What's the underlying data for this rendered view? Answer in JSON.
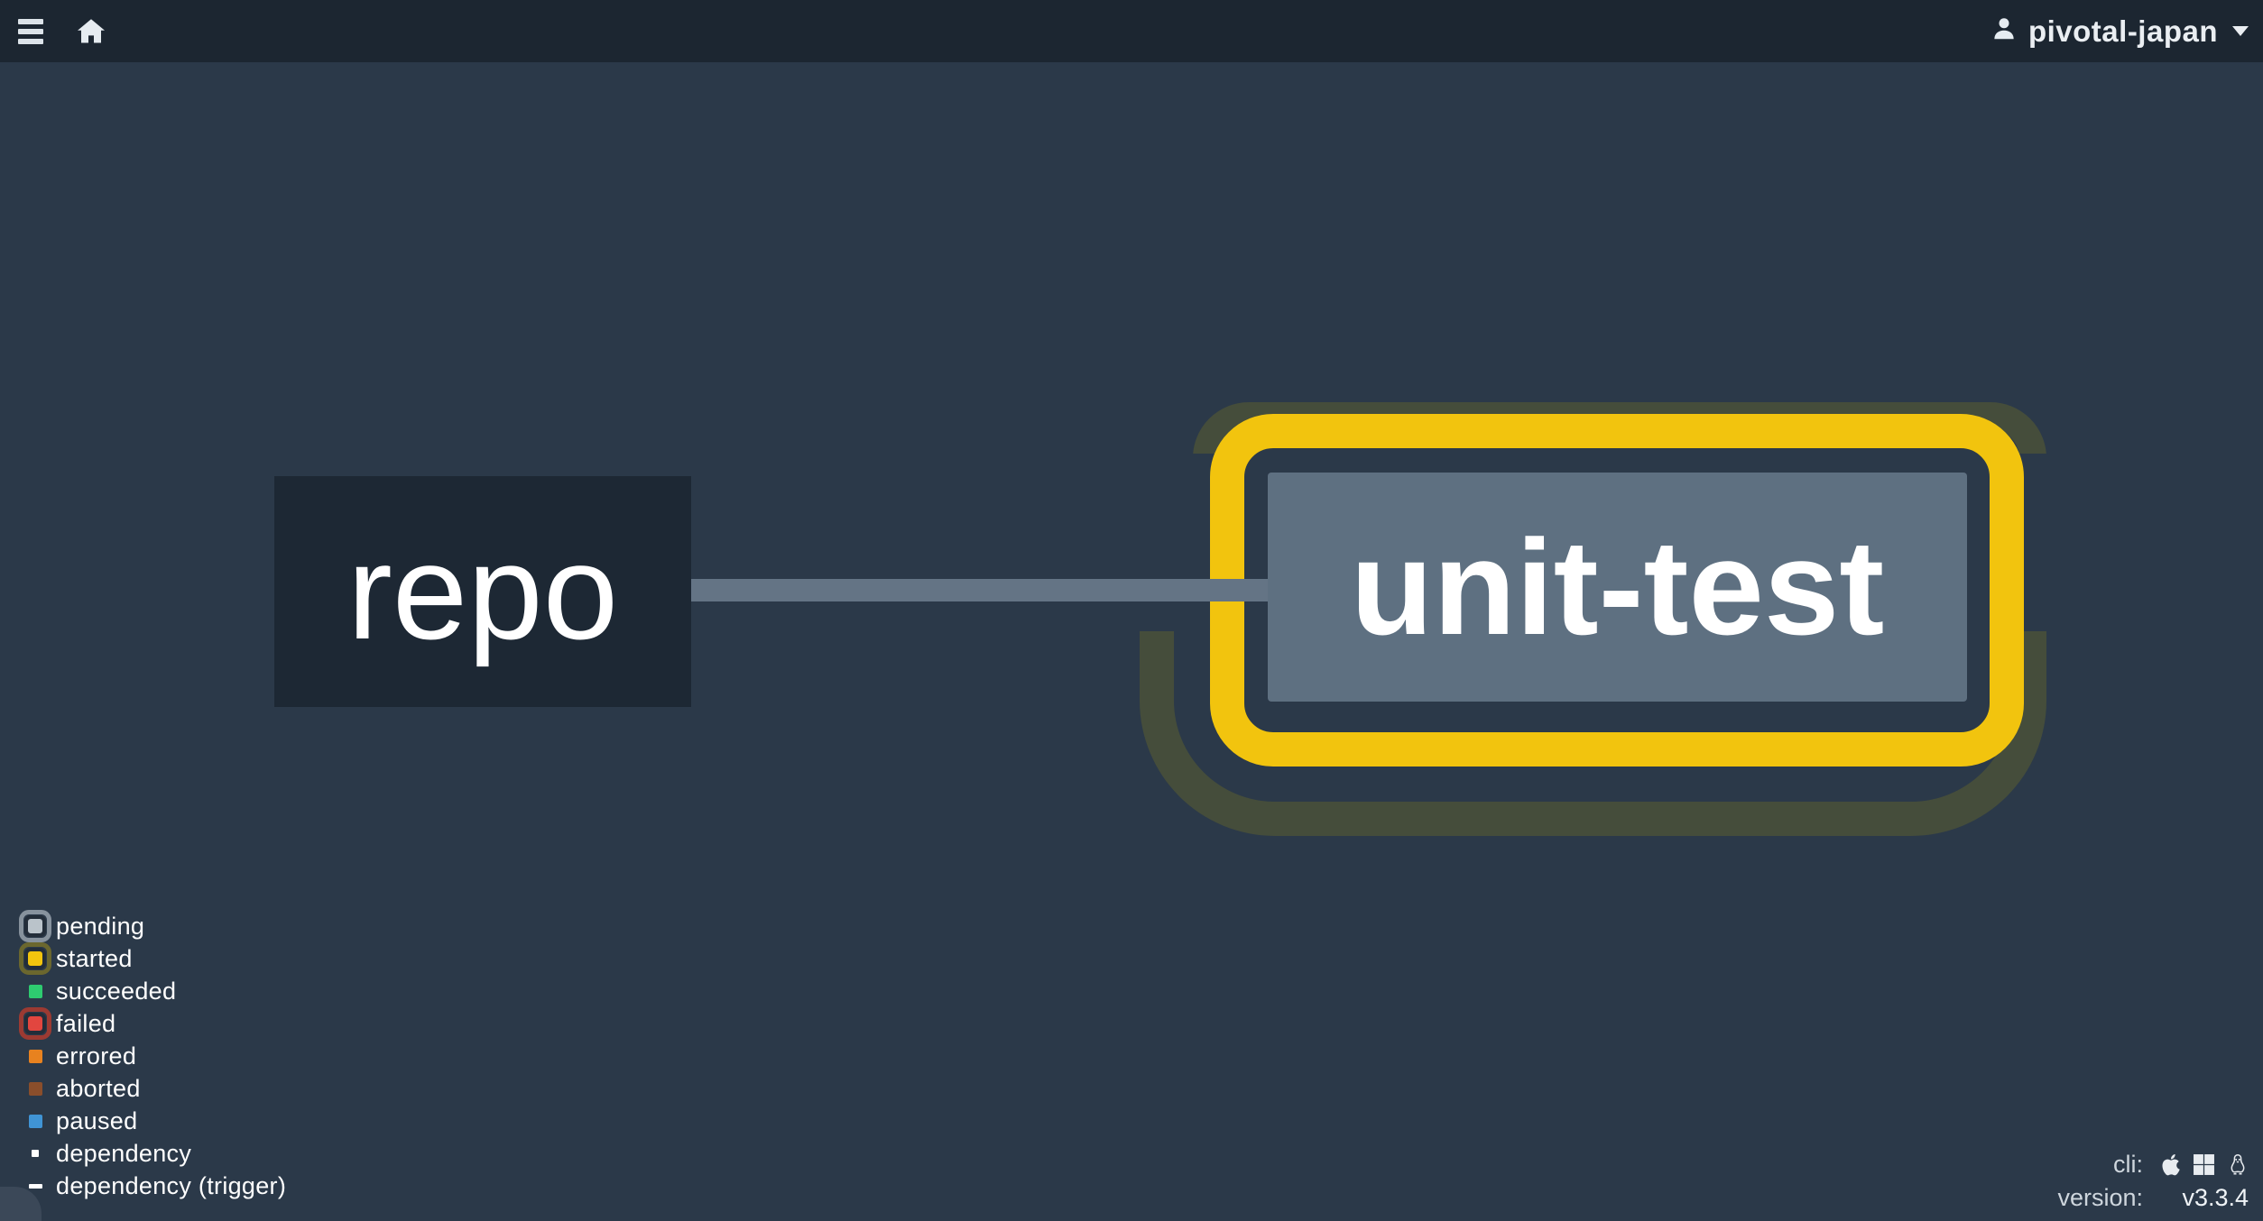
{
  "topbar": {
    "user_name": "pivotal-japan"
  },
  "pipeline": {
    "resource": {
      "label": "repo",
      "type": "resource"
    },
    "job": {
      "label": "unit-test",
      "status": "started"
    },
    "edge": {
      "from": "repo",
      "to": "unit-test"
    }
  },
  "legend": {
    "items": [
      {
        "label": "pending",
        "type": "ringed",
        "fill": "#bac3ca",
        "ring": "#87929d"
      },
      {
        "label": "started",
        "type": "ringed",
        "fill": "#f2c40e",
        "ring": "#6b672e"
      },
      {
        "label": "succeeded",
        "type": "square",
        "fill": "#2ecb70"
      },
      {
        "label": "failed",
        "type": "ringed",
        "fill": "#e2463f",
        "ring": "#9c3a32"
      },
      {
        "label": "errored",
        "type": "square",
        "fill": "#e8821f"
      },
      {
        "label": "aborted",
        "type": "square",
        "fill": "#8a4e2b"
      },
      {
        "label": "paused",
        "type": "square",
        "fill": "#4094d5"
      },
      {
        "label": "dependency",
        "type": "dot"
      },
      {
        "label": "dependency (trigger)",
        "type": "dash"
      }
    ]
  },
  "footer": {
    "cli_label": "cli:",
    "cli_icons": [
      "apple",
      "windows",
      "linux"
    ],
    "version_label": "version:",
    "version_value": "v3.3.4"
  },
  "colors": {
    "background": "#2b3949",
    "topbar": "#1c2631",
    "node_resource": "#1d2834",
    "node_job_inner": "#5e7081",
    "edge": "#647485",
    "started_accent": "#f2c40e",
    "started_echo": "#454d3b"
  }
}
